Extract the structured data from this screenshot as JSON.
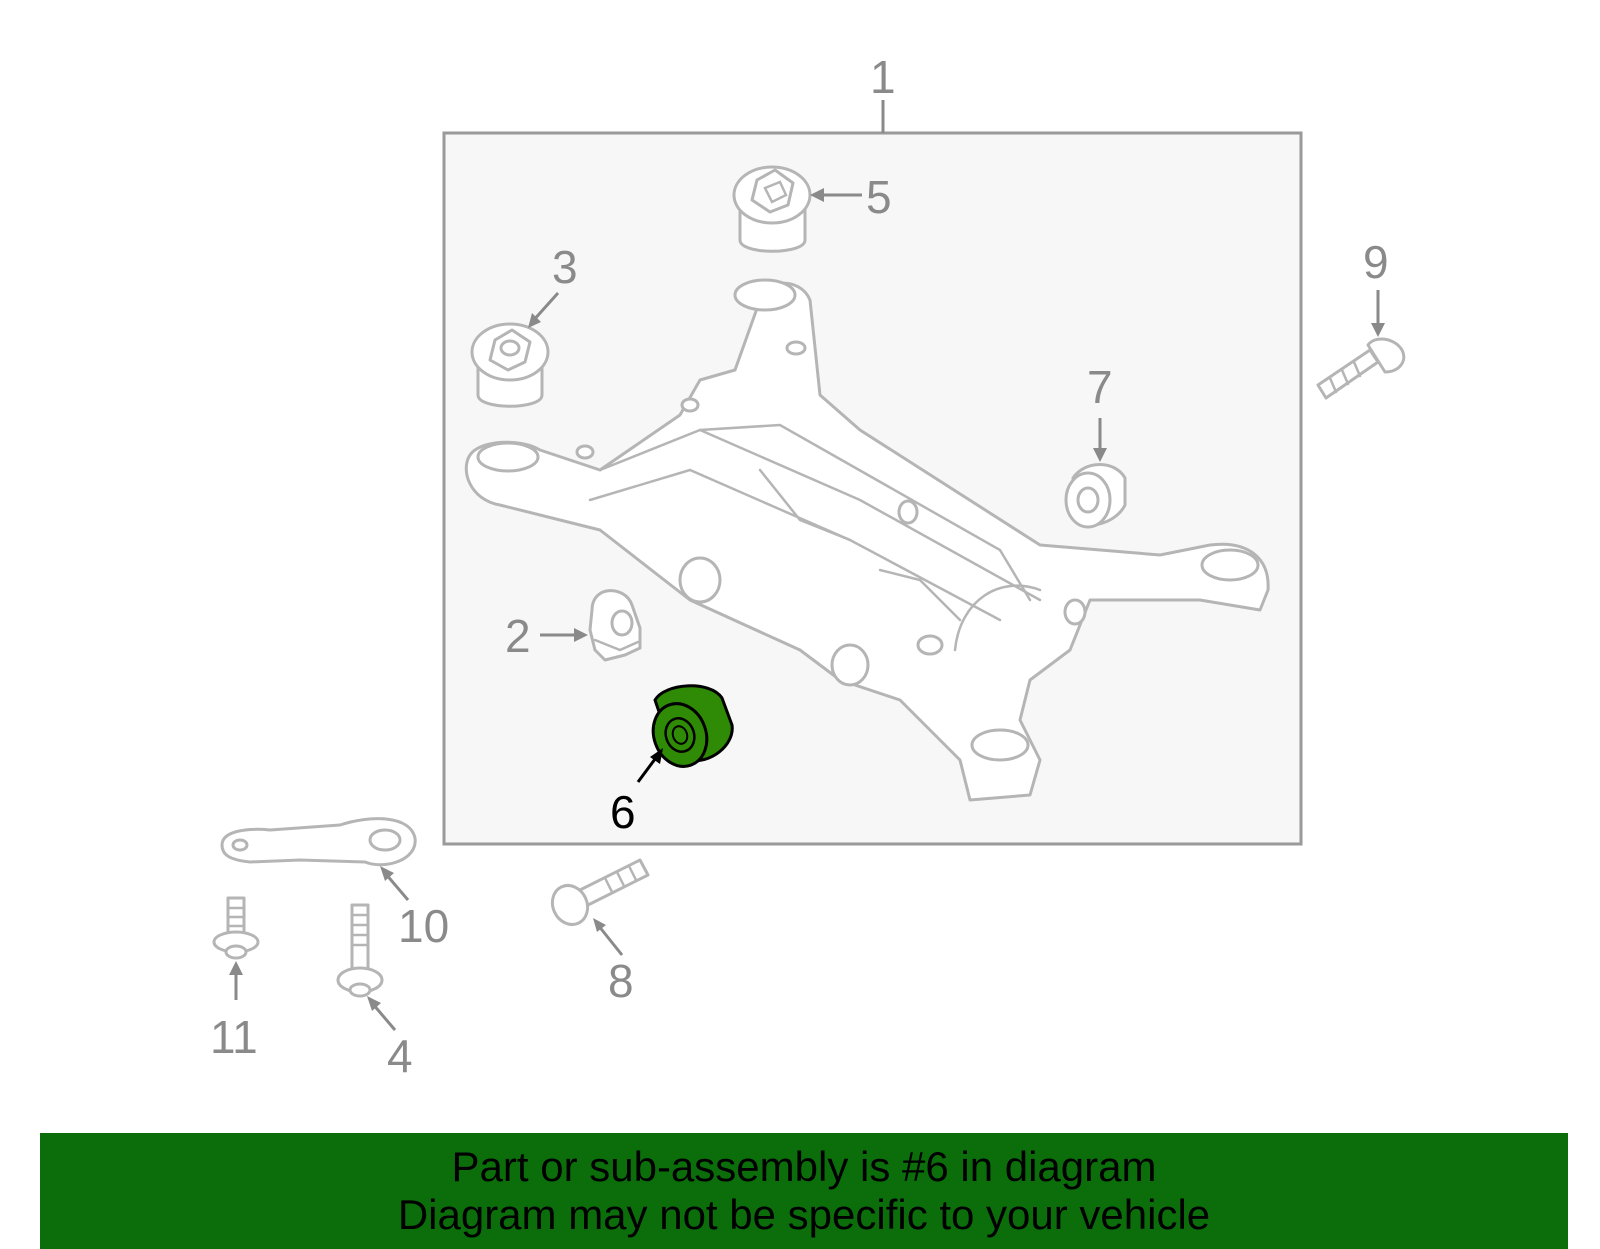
{
  "callouts": {
    "c1": "1",
    "c2": "2",
    "c3": "3",
    "c4": "4",
    "c5": "5",
    "c6": "6",
    "c7": "7",
    "c8": "8",
    "c9": "9",
    "c10": "10",
    "c11": "11"
  },
  "highlighted_part": "6",
  "colors": {
    "banner_bg": "#0b6e0b",
    "highlight_fill": "#2f8a06",
    "part_stroke": "#b5b5b5",
    "callout_gray": "#8a8a8a"
  },
  "banner": {
    "line1": "Part or sub-assembly is #6 in diagram",
    "line2": "Diagram may not be specific to your vehicle"
  }
}
